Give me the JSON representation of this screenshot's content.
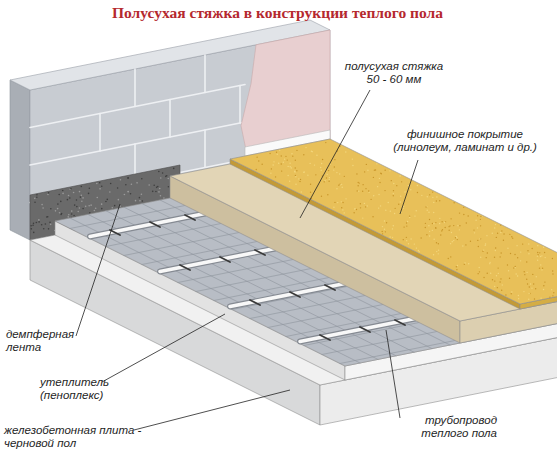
{
  "diagram": {
    "title": "Полусухая стяжка в конструкции теплого пола",
    "labels": [
      "полусухая стяжка 50 - 60 мм",
      "финишное покрытие (линолеум, ламинат и др.)",
      "демпферная лента",
      "утеплитель (пеноплекс)",
      "трубопровод теплого пола",
      "железобетонная плита - черновой пол"
    ]
  }
}
